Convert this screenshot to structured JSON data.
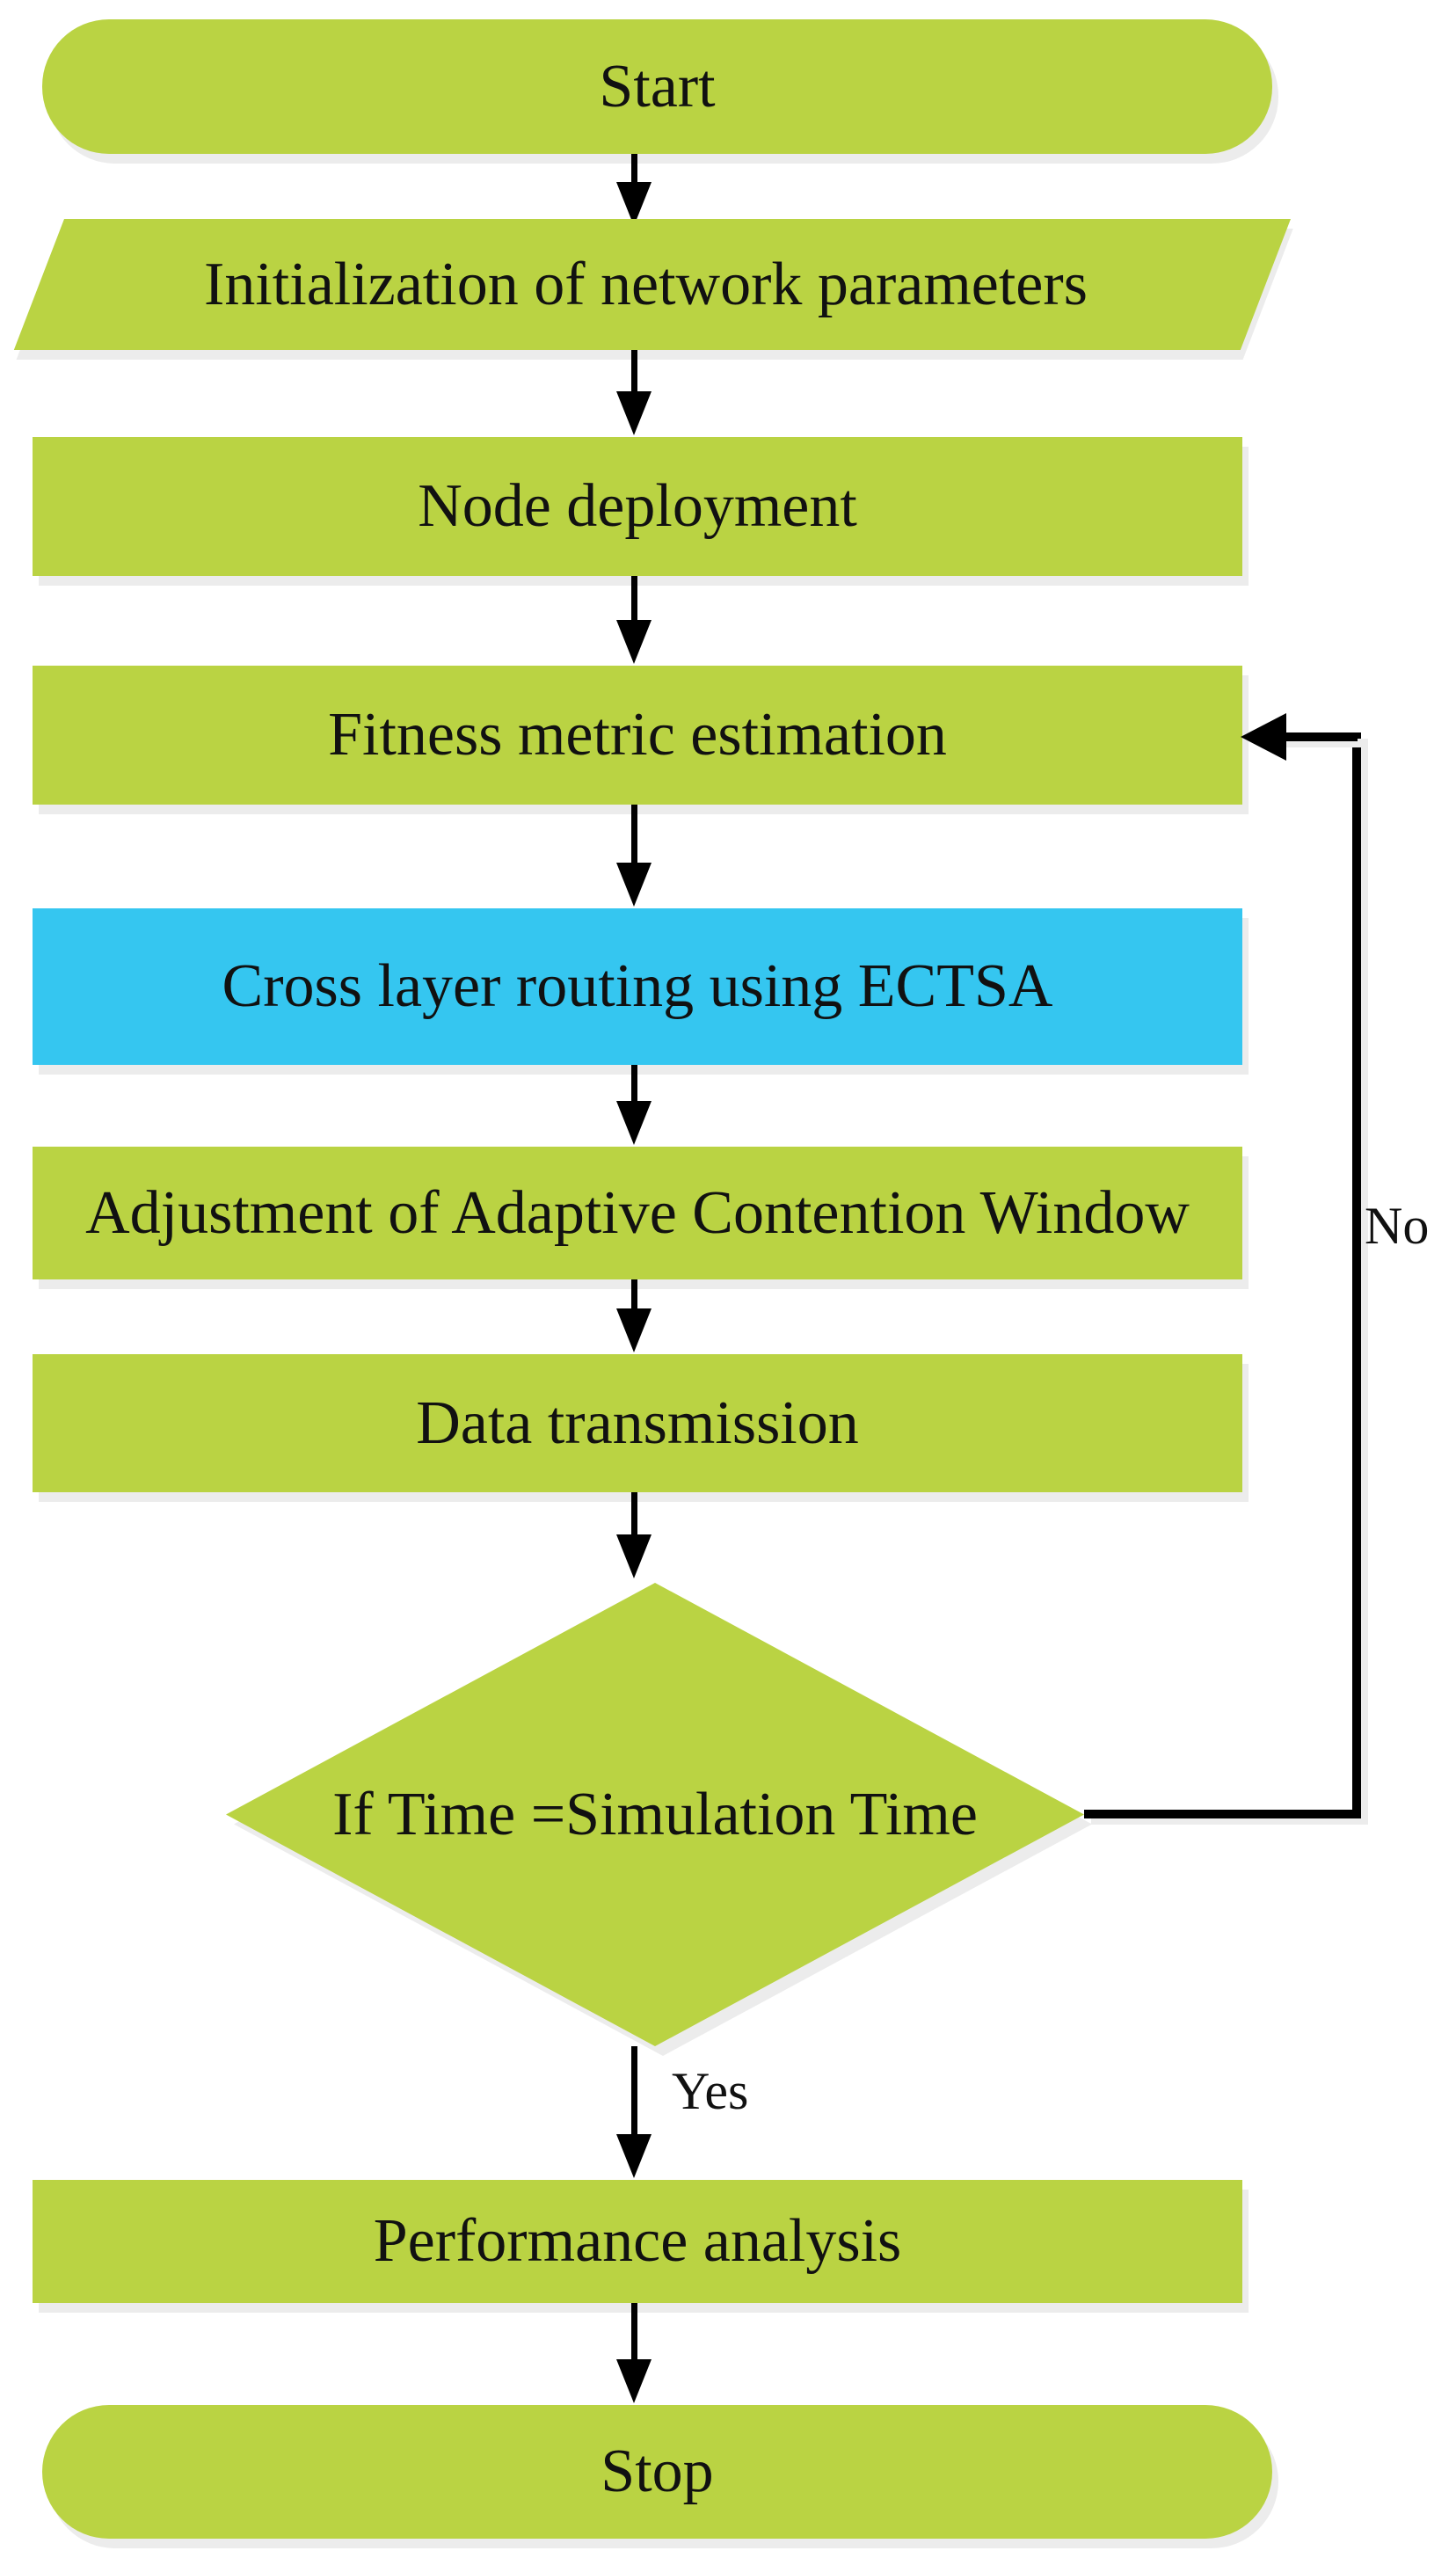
{
  "colors": {
    "background": "#ffffff",
    "node-green": "#bad343",
    "node-cyan": "#35c6f0",
    "line": "#000000",
    "text": "#111111",
    "shadow": "#ececec"
  },
  "diagram": {
    "nodes": [
      {
        "id": "start",
        "shape": "stadium",
        "label": "Start"
      },
      {
        "id": "initialization",
        "shape": "parallelogram",
        "label": "Initialization of network parameters"
      },
      {
        "id": "node-deployment",
        "shape": "rectangle",
        "label": "Node deployment"
      },
      {
        "id": "fitness-metric-estimation",
        "shape": "rectangle",
        "label": "Fitness metric estimation"
      },
      {
        "id": "cross-layer-routing-ectsa",
        "shape": "rectangle",
        "label": "Cross layer routing using ECTSA"
      },
      {
        "id": "adjustment-adaptive-contention-window",
        "shape": "rectangle",
        "label": "Adjustment of Adaptive Contention Window"
      },
      {
        "id": "data-transmission",
        "shape": "rectangle",
        "label": "Data transmission"
      },
      {
        "id": "decision-simulation-time",
        "shape": "diamond",
        "label": "If Time =Simulation Time"
      },
      {
        "id": "performance-analysis",
        "shape": "rectangle",
        "label": "Performance analysis"
      },
      {
        "id": "stop",
        "shape": "stadium",
        "label": "Stop"
      }
    ],
    "edge_labels": {
      "yes": "Yes",
      "no": "No"
    }
  }
}
